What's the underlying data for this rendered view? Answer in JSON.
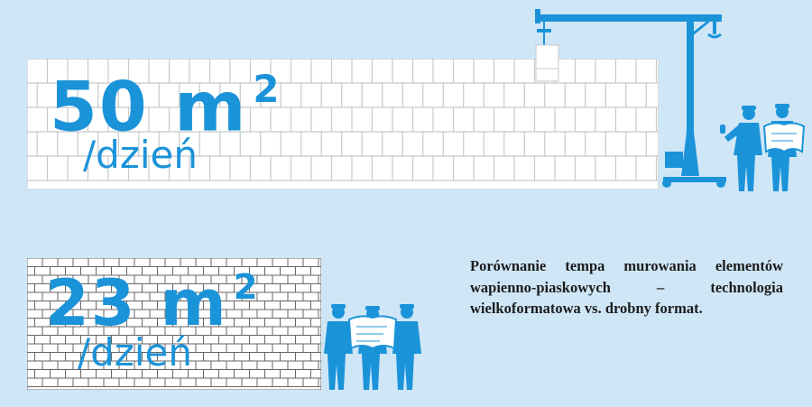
{
  "colors": {
    "background": "#cfe6f7",
    "accent": "#1b93d9",
    "brick_fill": "#ffffff",
    "brick_joint": "#c5c9cc",
    "small_brick_joint": "#666666",
    "caption_text": "#1c1c1c"
  },
  "large_format": {
    "value": "50 m",
    "unit_power": "2",
    "per": "/dzień"
  },
  "small_format": {
    "value": "23 m",
    "unit_power": "2",
    "per": "/dzień"
  },
  "caption": "Porównanie tempa murowania ele­mentów wapienno-piaskowych – tech­nologia wielkoformatowa vs. drobny format.",
  "icons": [
    "crane-icon",
    "worker-thumbs-up-icon",
    "worker-with-blueprint-icon"
  ]
}
